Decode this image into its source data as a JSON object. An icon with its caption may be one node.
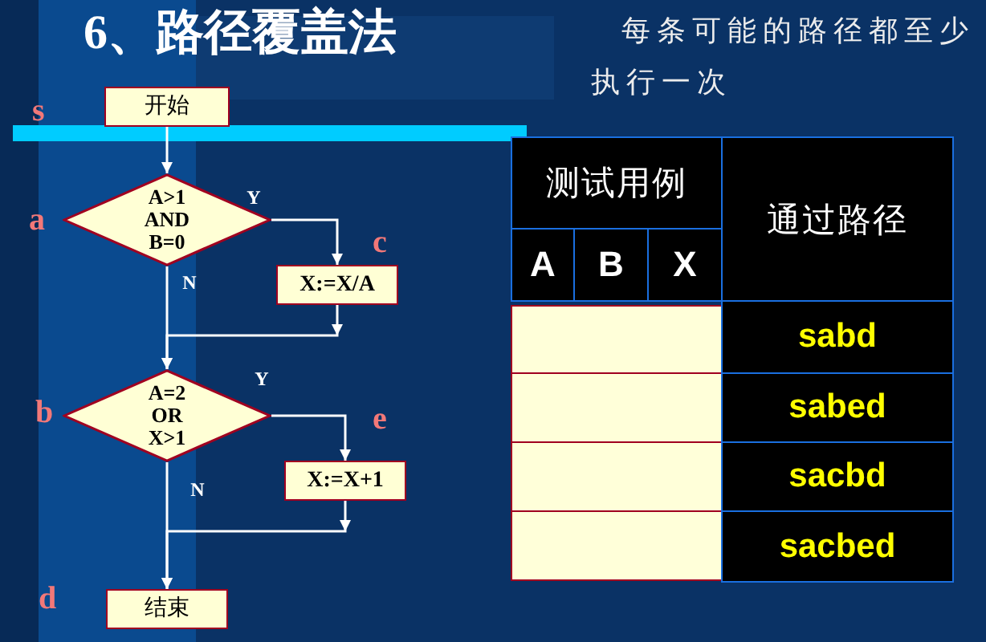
{
  "diagram": {
    "title": "6、路径覆盖法",
    "nodes": [
      {
        "text": [
          "开始"
        ],
        "beside": [
          "s"
        ]
      },
      {
        "text": [
          "A>1 AND B=0"
        ],
        "beside": [
          "a"
        ]
      },
      {
        "text": [
          "X:=X/A"
        ],
        "beside": [
          "c"
        ]
      },
      {
        "text": [
          "A=2 OR X>1"
        ],
        "beside": [
          "b"
        ]
      },
      {
        "text": [
          "X:=X+1"
        ],
        "beside": [
          "e"
        ]
      },
      {
        "text": [
          "结束"
        ],
        "beside": [
          "d"
        ]
      }
    ],
    "edges": [
      {
        "from": 0,
        "to": 1,
        "arrow": "to"
      },
      {
        "from": 1,
        "to": 2,
        "arrow": "to",
        "label": "Y"
      },
      {
        "from": 1,
        "to": 3,
        "arrow": "to",
        "label": "N"
      },
      {
        "from": 2,
        "to": 3,
        "arrow": "to"
      },
      {
        "from": 3,
        "to": 4,
        "arrow": "to",
        "label": "Y"
      },
      {
        "from": 3,
        "to": 5,
        "arrow": "to",
        "label": "N"
      },
      {
        "from": 4,
        "to": 5,
        "arrow": "to"
      }
    ],
    "labels": [
      "每条可能的路径都至少执行一次",
      "测试用例",
      "通过路径",
      "A",
      "B",
      "X",
      "sabd",
      "sabed",
      "sacbd",
      "sacbed"
    ]
  }
}
